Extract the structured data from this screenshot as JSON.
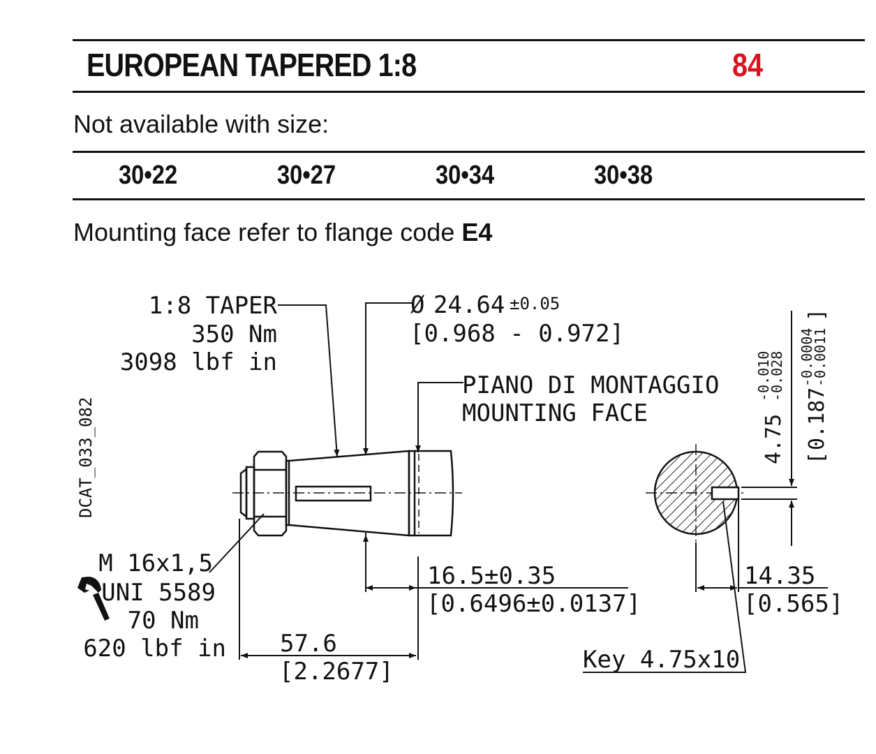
{
  "header": {
    "title": "EUROPEAN TAPERED 1:8",
    "code": "84"
  },
  "availability": {
    "note": "Not available with size:",
    "sizes": [
      "30•22",
      "30•27",
      "30•34",
      "30•38"
    ]
  },
  "mounting": {
    "prefix": "Mounting face refer to flange code ",
    "code": "E4"
  },
  "drawing": {
    "id": "DCAT_033_082",
    "taper": {
      "line1": "1:8 TAPER",
      "line2": "350 Nm",
      "line3": "3098 lbf in"
    },
    "diameter": {
      "value": "24.64",
      "tol": "±0.05",
      "inch": "[0.968 - 0.972]"
    },
    "face": {
      "it": "PIANO DI MONTAGGIO",
      "en": "MOUNTING FACE"
    },
    "thread": {
      "line1": "M 16x1,5",
      "line2": "UNI 5589",
      "line3": "70 Nm",
      "line4": "620 lbf in"
    },
    "dim_face": {
      "mm": "16.5±0.35",
      "inch": "[0.6496±0.0137]"
    },
    "dim_length": {
      "mm": "57.6",
      "inch": "[2.2677]"
    },
    "dim_key_height": {
      "mm": "14.35",
      "inch": "[0.565]"
    },
    "key_label": "Key 4.75x10",
    "key_width": {
      "base": "4.75",
      "tol_up": "-0.010",
      "tol_low": "-0.028"
    },
    "key_width_inch": {
      "open": "[",
      "base": "0.187",
      "tol_up": "-0.0004",
      "tol_low": "-0.0011",
      "close": "]"
    }
  }
}
